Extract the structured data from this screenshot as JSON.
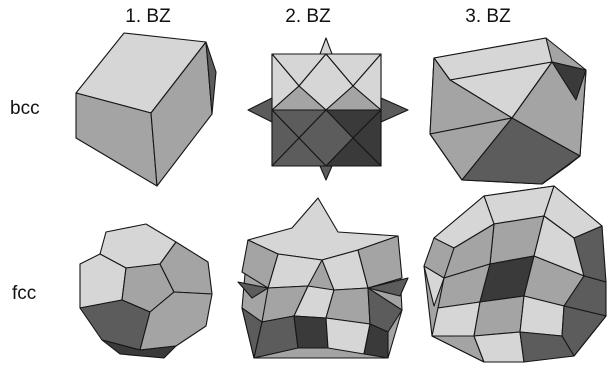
{
  "column_headers": [
    "1. BZ",
    "2. BZ",
    "3. BZ"
  ],
  "row_labels": [
    "bcc",
    "fcc"
  ],
  "palette": {
    "light": "#d6d6d6",
    "mid": "#a4a4a4",
    "dark": "#5c5c5c",
    "darkest": "#3a3a3a",
    "edge": "#161616"
  },
  "figures": [
    {
      "lattice": "bcc",
      "zone": "1. BZ",
      "shape": "rhombic-dodecahedron"
    },
    {
      "lattice": "bcc",
      "zone": "2. BZ",
      "shape": "stellated-cube"
    },
    {
      "lattice": "bcc",
      "zone": "3. BZ",
      "shape": "cube-with-pyramids"
    },
    {
      "lattice": "fcc",
      "zone": "1. BZ",
      "shape": "truncated-octahedron"
    },
    {
      "lattice": "fcc",
      "zone": "2. BZ",
      "shape": "star-polyhedron"
    },
    {
      "lattice": "fcc",
      "zone": "3. BZ",
      "shape": "complex-polyhedron"
    }
  ]
}
